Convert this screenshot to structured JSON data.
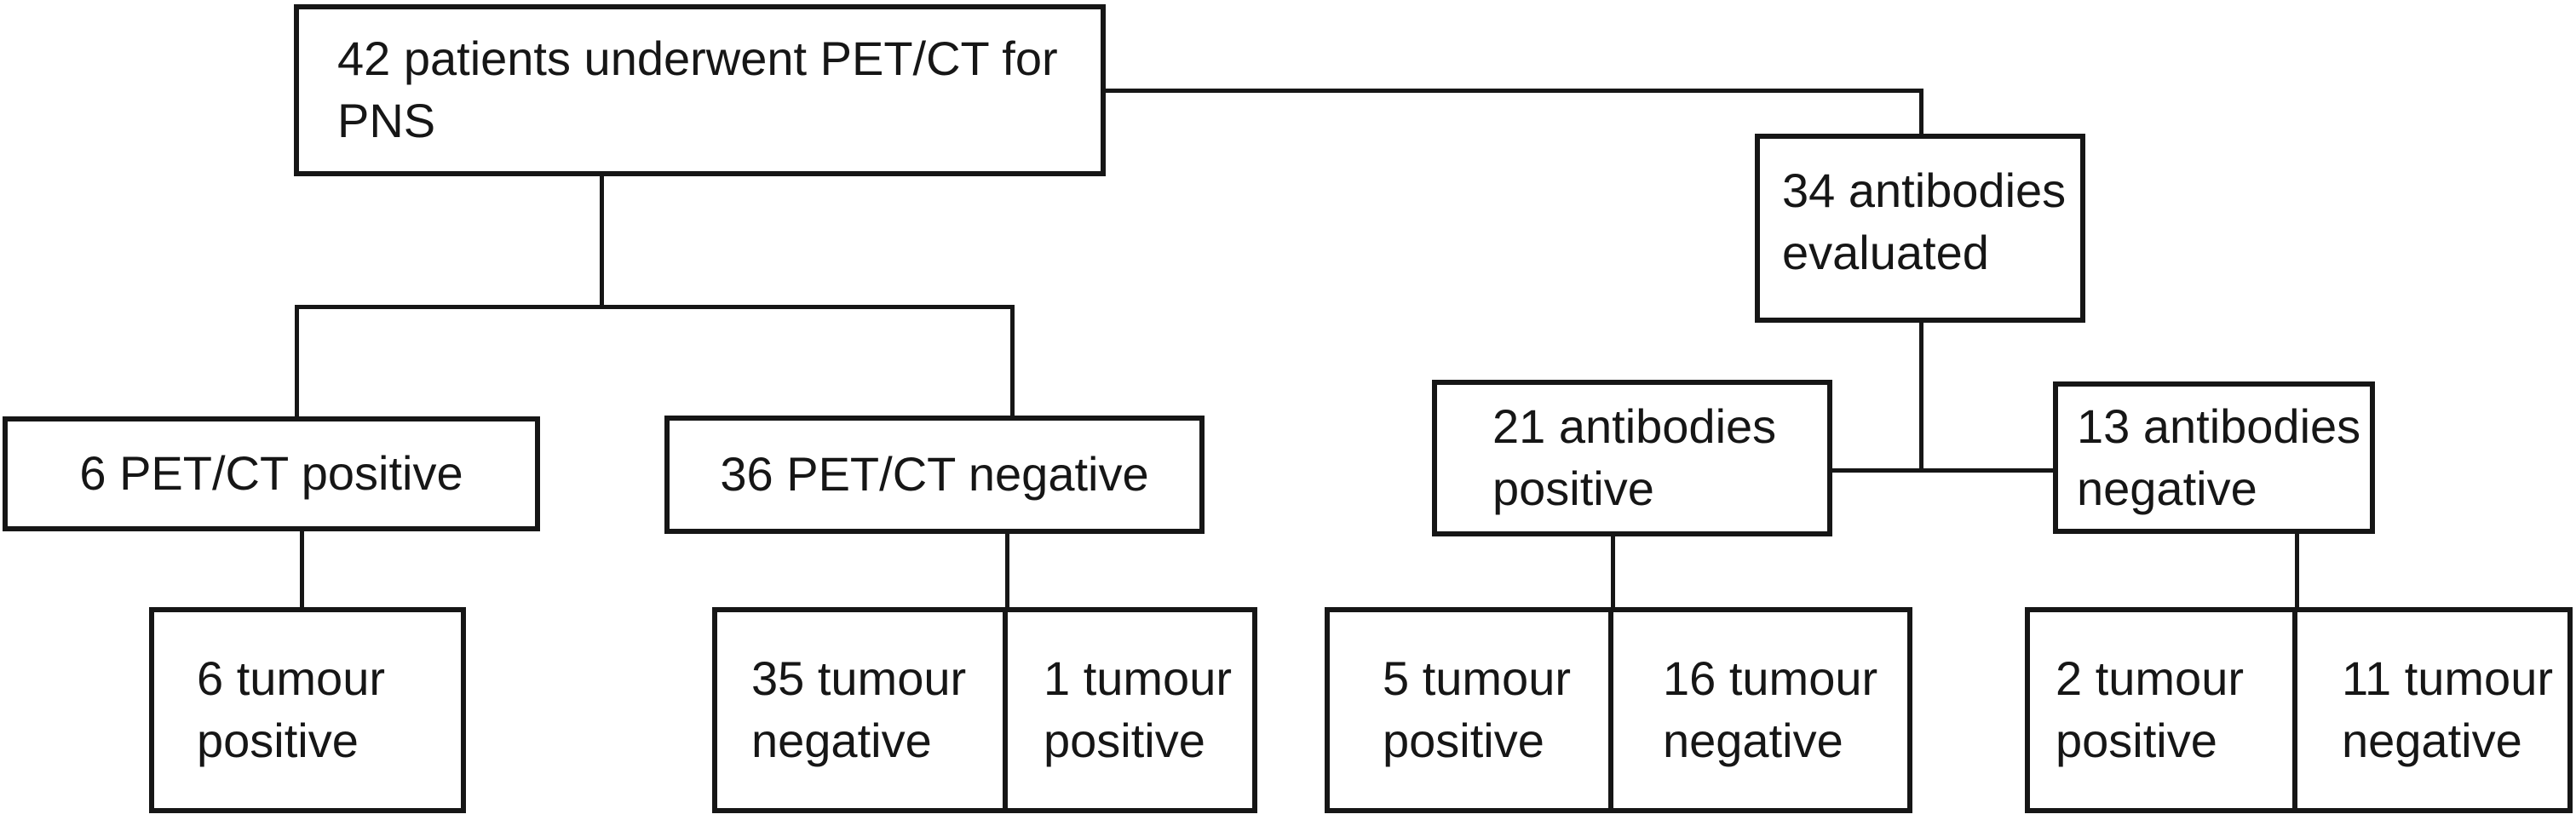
{
  "diagram": {
    "type": "flowchart",
    "background_color": "#ffffff",
    "line_color": "#161616",
    "text_color": "#161616",
    "nodes": {
      "root": {
        "label": "42 patients underwent PET/CT for PNS"
      },
      "antibodies_evaluated": {
        "label": "34 antibodies evaluated"
      },
      "pet_positive": {
        "label": "6 PET/CT positive"
      },
      "pet_negative": {
        "label": "36 PET/CT negative"
      },
      "antibodies_positive": {
        "label": "21 antibodies positive"
      },
      "antibodies_negative": {
        "label": "13 antibodies negative"
      },
      "pet_pos_tumour_positive": {
        "label": "6 tumour positive"
      },
      "pet_neg_tumour_negative": {
        "label": "35 tumour negative"
      },
      "pet_neg_tumour_positive": {
        "label": "1 tumour positive"
      },
      "ab_pos_tumour_positive": {
        "label": "5 tumour positive"
      },
      "ab_pos_tumour_negative": {
        "label": "16 tumour negative"
      },
      "ab_neg_tumour_positive": {
        "label": "2 tumour positive"
      },
      "ab_neg_tumour_negative": {
        "label": "11 tumour negative"
      }
    },
    "edges": [
      {
        "from": "root",
        "to": "pet_positive"
      },
      {
        "from": "root",
        "to": "pet_negative"
      },
      {
        "from": "root",
        "to": "antibodies_evaluated"
      },
      {
        "from": "antibodies_evaluated",
        "to": "antibodies_positive"
      },
      {
        "from": "antibodies_evaluated",
        "to": "antibodies_negative"
      },
      {
        "from": "pet_positive",
        "to": "pet_pos_tumour_positive"
      },
      {
        "from": "pet_negative",
        "to": "pet_neg_tumour_negative"
      },
      {
        "from": "pet_negative",
        "to": "pet_neg_tumour_positive"
      },
      {
        "from": "antibodies_positive",
        "to": "ab_pos_tumour_positive"
      },
      {
        "from": "antibodies_positive",
        "to": "ab_pos_tumour_negative"
      },
      {
        "from": "antibodies_negative",
        "to": "ab_neg_tumour_positive"
      },
      {
        "from": "antibodies_negative",
        "to": "ab_neg_tumour_negative"
      }
    ]
  }
}
